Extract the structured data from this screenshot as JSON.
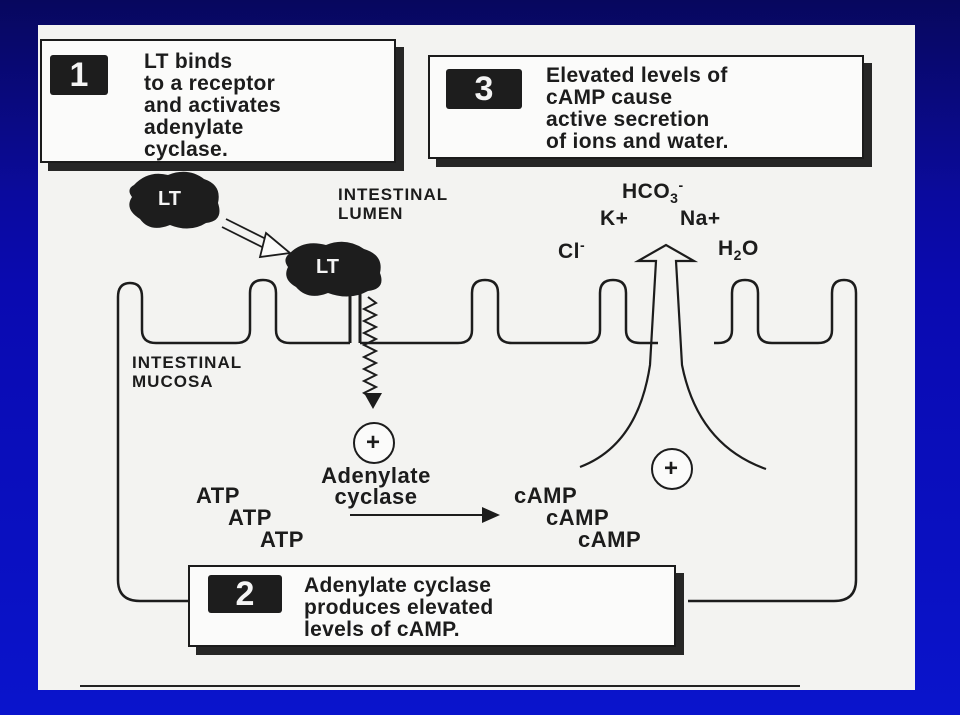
{
  "colors": {
    "slide_background": "#0a0ab0",
    "figure_background": "#f3f3f1",
    "ink": "#1c1c1c"
  },
  "box1": {
    "number": "1",
    "text": "LT binds\nto a receptor\nand activates\nadenylate\ncyclase."
  },
  "box2": {
    "number": "2",
    "text": "Adenylate cyclase\nproduces elevated\nlevels of cAMP."
  },
  "box3": {
    "number": "3",
    "text": "Elevated levels of\ncAMP cause\nactive secretion\nof ions and water."
  },
  "toxin_label": "LT",
  "intestinal_lumen": "INTESTINAL\nLUMEN",
  "intestinal_mucosa": "INTESTINAL\nMUCOSA",
  "ions": {
    "bicarbonate": "HCO",
    "bicarbonate_sub": "3",
    "bicarbonate_sup": "-",
    "potassium": "K+",
    "sodium": "Na+",
    "chloride": "Cl",
    "chloride_sup": "-",
    "water": "H",
    "water_sub": "2",
    "water_tail": "O"
  },
  "enzyme": {
    "plus": "+",
    "name": "Adenylate\ncyclase"
  },
  "substrate": [
    "ATP",
    "ATP",
    "ATP"
  ],
  "product": [
    "cAMP",
    "cAMP",
    "cAMP"
  ],
  "secretion_plus": "+"
}
